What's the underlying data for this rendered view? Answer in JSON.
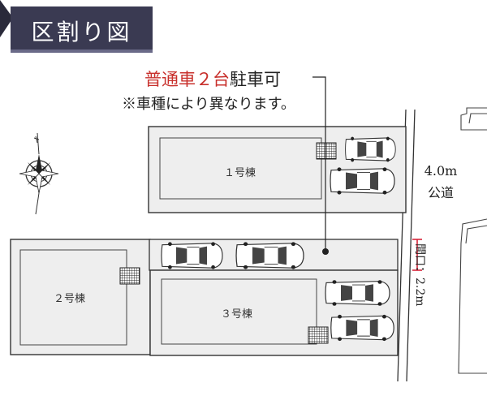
{
  "title": "区割り図",
  "parking_note": {
    "highlight": "普通車２台",
    "rest": "駐車可",
    "sub": "※車種により異なります。"
  },
  "road": {
    "width": "4.0m",
    "label": "公道"
  },
  "frontage": "間口：2.2m",
  "lots": {
    "lot1": "１号棟",
    "lot2": "２号棟",
    "lot3": "３号棟"
  },
  "colors": {
    "badge": "#3a3a52",
    "accent_red": "#c8302c",
    "dimension_red": "#d8253a",
    "lot_fill": "#eeeeee"
  }
}
